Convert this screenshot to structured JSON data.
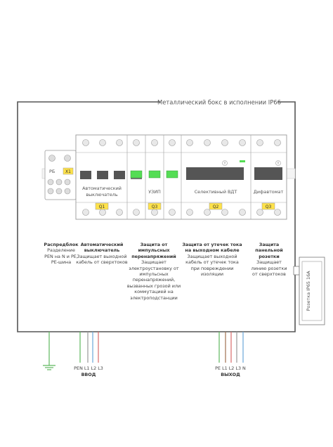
{
  "box_title": "Металлический бокс в исполнении IP66",
  "rb_label": "РБ",
  "x1_tag": "X1",
  "devices": [
    {
      "label": "Автоматический выключатель",
      "tag": "Q1"
    },
    {
      "label": "УЗИП",
      "tag": "Q3"
    },
    {
      "label": "Селективный ВДТ",
      "tag": "Q2"
    },
    {
      "label": "Дифавтомат",
      "tag": "Q3"
    }
  ],
  "difavtomat_t": "T",
  "vdt_t": "T",
  "descriptions": [
    {
      "title": "Распредблок",
      "text": "Разделение PEN на N и PE, PE-шина"
    },
    {
      "title": "Автоматический выключатель",
      "text": "Защищает выходной кабель от сверхтоков"
    },
    {
      "title": "Защита от импульсных перенапряжений",
      "text": "Защищает электроустановку от импульсных перенапряжений, вызванных грозой или коммутацией на электроподстанции"
    },
    {
      "title": "Защита от утечек тока на выходном кабеле",
      "text": "Защищает выходной кабель от утечек тока при повреждении изоляции"
    },
    {
      "title": "Защита панельной розетки",
      "text": "Защищает линию розетки от сверхтоков"
    }
  ],
  "socket_label": "Розетка IP65 16А",
  "input": {
    "wires": "PEN L1 L2 L3",
    "label": "ВВОД"
  },
  "output": {
    "wires": "PE L1 L2 L3 N",
    "label": "ВЫХОД"
  },
  "colors": {
    "green": "#55dd55",
    "yellow": "#ffe24a",
    "frame": "#555555",
    "wire_blue": "#6aa7d8",
    "wire_red": "#d86a6a",
    "wire_green": "#5db85d",
    "wire_brown": "#a07050",
    "wire_gray": "#9a9a9a"
  }
}
